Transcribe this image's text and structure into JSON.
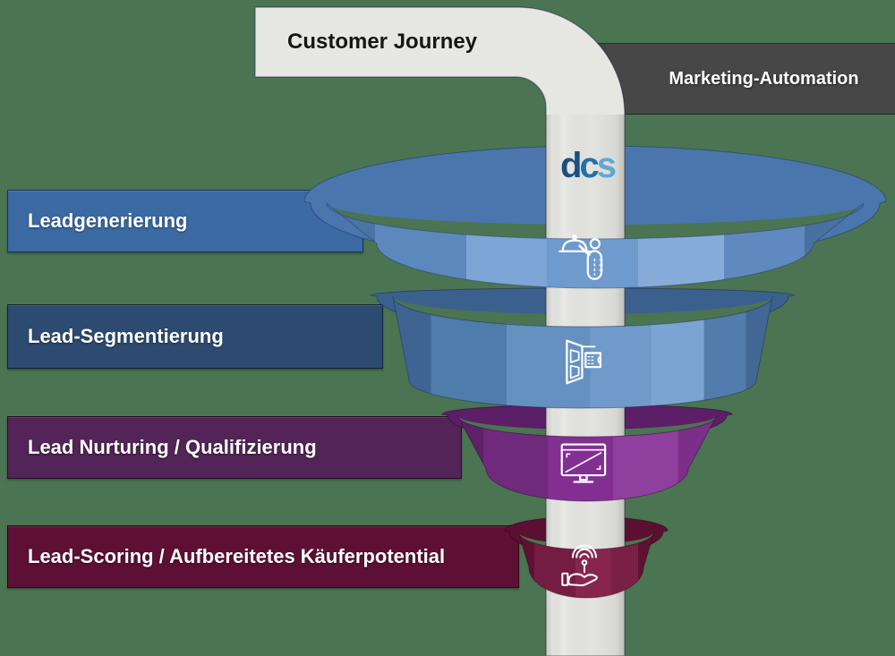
{
  "background_color": "#4b7452",
  "customer_journey_banner": {
    "label": "Customer Journey",
    "color": "#e6e7e3"
  },
  "marketing_automation_banner": {
    "label": "Marketing-Automation",
    "color": "#474747"
  },
  "logo": {
    "text": "dcs",
    "letters": [
      "d",
      "c",
      "s"
    ]
  },
  "funnel_stages": [
    {
      "label": "Leadgenerierung",
      "icon": "waiter-serving-leads-icon",
      "banner_color": "#3b69a2",
      "ring_front_color": "#6e9acd",
      "ring_back_color": "#4a76ad"
    },
    {
      "label": "Lead-Segmentierung",
      "icon": "brochure-ticket-icon",
      "banner_color": "#2d4b70",
      "ring_front_color": "#6591c1",
      "ring_back_color": "#3c608e"
    },
    {
      "label": "Lead Nurturing / Qualifizierung",
      "icon": "monitor-icon",
      "banner_color": "#522457",
      "ring_front_color": "#832f92",
      "ring_back_color": "#5c1e66"
    },
    {
      "label": "Lead-Scoring / Aufbereitetes Käuferpotential",
      "icon": "hand-signal-icon",
      "banner_color": "#5d1034",
      "ring_front_color": "#87254e",
      "ring_back_color": "#5c1031"
    }
  ]
}
